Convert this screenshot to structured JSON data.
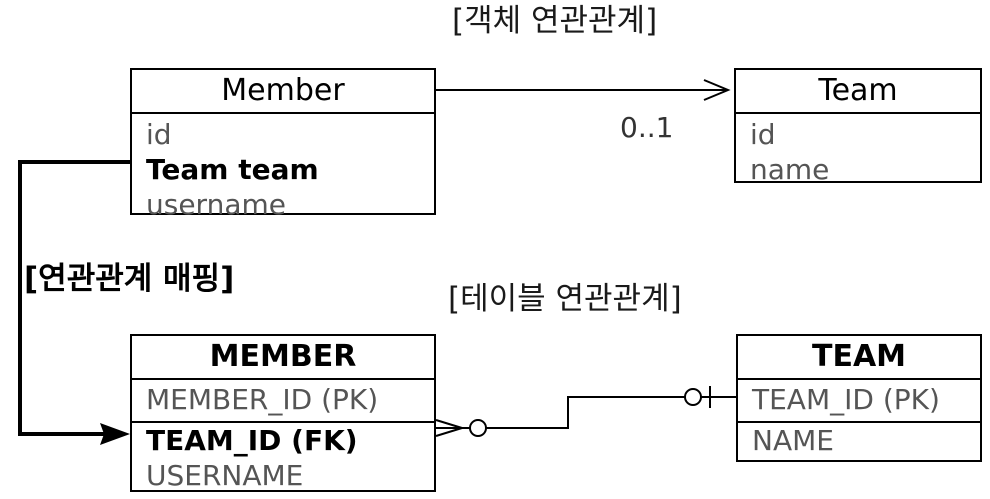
{
  "object_section": {
    "title": "[객체 연관관계]"
  },
  "table_section": {
    "title": "[테이블 연관관계]"
  },
  "mapping_label": "[연관관계 매핑]",
  "member_entity": {
    "name": "Member",
    "fields": [
      "id",
      "Team team",
      "username"
    ]
  },
  "team_entity": {
    "name": "Team",
    "fields": [
      "id",
      "name"
    ]
  },
  "member_table": {
    "name": "MEMBER",
    "pk": "MEMBER_ID (PK)",
    "fk": "TEAM_ID (FK)",
    "other": "USERNAME"
  },
  "team_table": {
    "name": "TEAM",
    "pk": "TEAM_ID (PK)",
    "other": "NAME"
  },
  "association": {
    "multiplicity": "0..1"
  }
}
